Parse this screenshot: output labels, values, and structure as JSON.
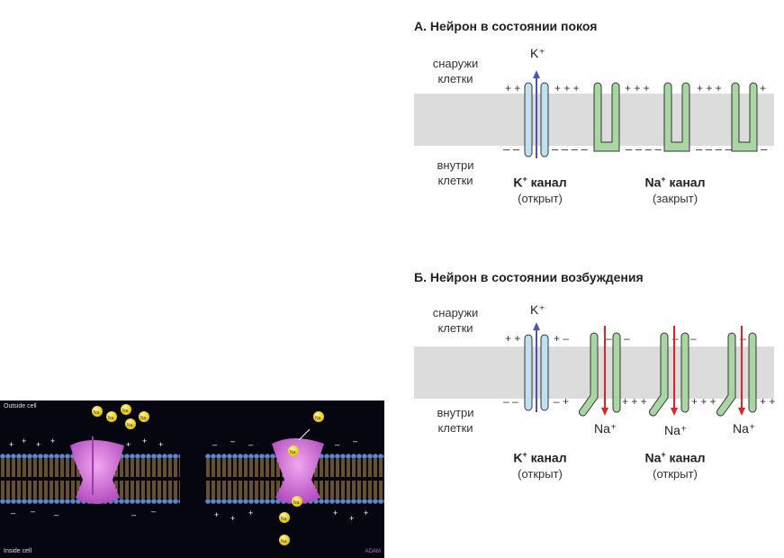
{
  "panel_a": {
    "title": "А. Нейрон в состоянии покоя",
    "outside": [
      "снаружи",
      "клетки"
    ],
    "inside": [
      "внутри",
      "клетки"
    ],
    "ion_top": "K⁺",
    "k_channel": {
      "name": "K",
      "sup": "+",
      "name_rest": " канал",
      "state": "(открыт)"
    },
    "na_channel": {
      "name": "Na",
      "sup": "+",
      "name_rest": " канал",
      "state": "(закрыт)"
    },
    "outside_charges": "+ +      + + +        + + +        + + +        +",
    "inside_charges": "– –      – – – –      – – – –      – – – –      –"
  },
  "panel_b": {
    "title": "Б. Нейрон в состоянии возбуждения",
    "outside": [
      "снаружи",
      "клетки"
    ],
    "inside": [
      "внутри",
      "клетки"
    ],
    "ion_top": "K⁺",
    "na_ion": "Na⁺",
    "k_channel": {
      "name": "K",
      "sup": "+",
      "name_rest": " канал",
      "state": "(открыт)"
    },
    "na_channel": {
      "name": "Na",
      "sup": "+",
      "name_rest": " канал",
      "state": "(открыт)"
    },
    "outside_charges": "+ +      + –    – – –    – – –    – –",
    "inside_charges": "– –      – +    + + +    + + +    + +"
  },
  "photo": {
    "outside_label": "Outside cell",
    "inside_label": "Inside cell",
    "ion": "Na",
    "watermark": "ADAM"
  },
  "colors": {
    "membrane": "#dcdcdc",
    "k_channel": "#bfe0ee",
    "na_channel": "#a9d6a3",
    "k_arrow": "#4a56b6",
    "na_arrow": "#e02424",
    "protein": "#d46fd6",
    "ion_yellow": "#ffe01a"
  }
}
